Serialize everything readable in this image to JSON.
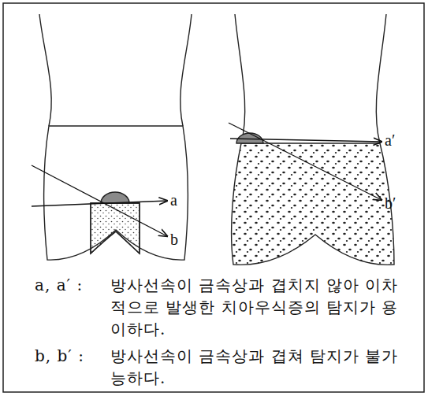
{
  "diagram": {
    "labels": [
      "a",
      "b",
      "a′",
      "b′",
      "a, a′ :",
      "방사선속이 금속상과 겹치지 않아 이차적으로 발생한 치아우식증의 탐지가 용이하다.",
      "b, b′ :",
      "방사선속이 금속상과 겹쳐 탐지가 불가능하다."
    ]
  }
}
